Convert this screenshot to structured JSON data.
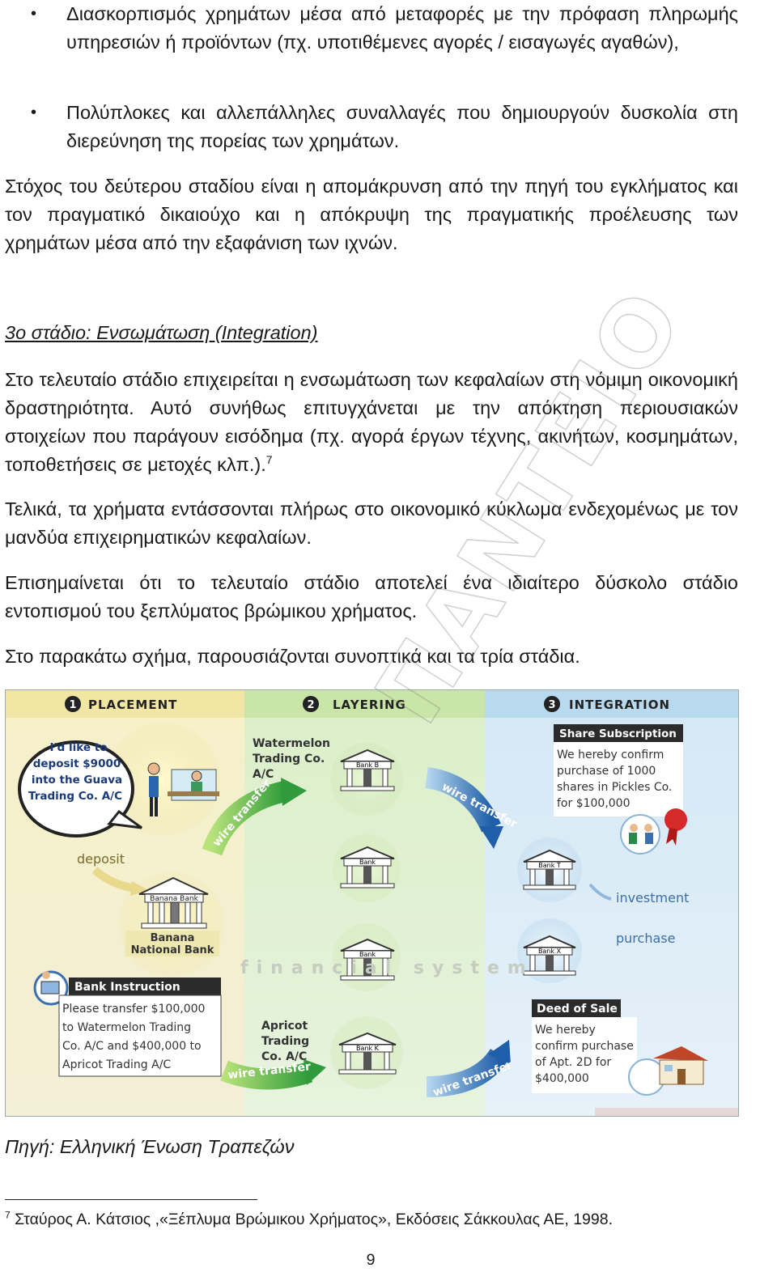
{
  "bullets": [
    {
      "text": "Διασκορπισμός χρημάτων μέσα από μεταφορές με την πρόφαση πληρωμής υπηρεσιών ή προϊόντων (πχ. υποτιθέμενες αγορές / εισαγωγές αγαθών),"
    },
    {
      "text": "Πολύπλοκες και αλλεπάλληλες συναλλαγές που δημιουργούν δυσκολία στη διερεύνηση της πορείας των χρημάτων."
    }
  ],
  "para_stage2": "Στόχος του δεύτερου σταδίου είναι η απομάκρυνση από την πηγή του εγκλήματος και τον πραγματικό δικαιούχο και η απόκρυψη της πραγματικής προέλευσης των χρημάτων μέσα από την εξαφάνιση των ιχνών.",
  "heading_stage3": "3ο στάδιο: Ενσωμάτωση (Integration)",
  "para_integration": "Στο τελευταίο στάδιο επιχειρείται η ενσωμάτωση των κεφαλαίων στη νόμιμη οικονομική δραστηριότητα. Αυτό συνήθως επιτυγχάνεται με την απόκτηση περιουσιακών στοιχείων που παράγουν εισόδημα (πχ. αγορά έργων τέχνης, ακινήτων, κοσμημάτων, τοποθετήσεις σε μετοχές κλπ.).",
  "footnote_ref": "7",
  "para_finally": "Τελικά, τα χρήματα εντάσσονται πλήρως στο οικονομικό κύκλωμα ενδεχομένως με τον μανδύα επιχειρηματικών κεφαλαίων.",
  "para_note": "Επισημαίνεται ότι το τελευταίο στάδιο αποτελεί ένα ιδιαίτερο δύσκολο στάδιο εντοπισμού του ξεπλύματος βρώμικου χρήματος.",
  "para_figure_intro": "Στο παρακάτω σχήμα, παρουσιάζονται συνοπτικά και τα τρία στάδια.",
  "figure": {
    "columns": [
      {
        "num": "1",
        "title": "PLACEMENT"
      },
      {
        "num": "2",
        "title": "LAYERING"
      },
      {
        "num": "3",
        "title": "INTEGRATION"
      }
    ],
    "speech_lines": [
      "I'd like to",
      "deposit $9000",
      "into the Guava",
      "Trading Co. A/C"
    ],
    "deposit_label": "deposit",
    "banana_bank_sign": "Banana Bank",
    "banana_bank_name": [
      "Banana",
      "National Bank"
    ],
    "bank_instruction_title": "Bank Instruction",
    "bank_instruction_lines": [
      "Please transfer $100,000",
      "to Watermelon Trading",
      "Co. A/C and $400,000 to",
      "Apricot Trading A/C"
    ],
    "watermelon_lines": [
      "Watermelon",
      "Trading Co.",
      "A/C"
    ],
    "apricot_lines": [
      "Apricot",
      "Trading",
      "Co. A/C"
    ],
    "bank_b": "Bank B",
    "bank_mid": "Bank",
    "bank_low": "Bank",
    "bank_k": "Bank K",
    "bank_t": "Bank T",
    "bank_x": "Bank X",
    "wire_transfer": "wire transfer",
    "financial_system": "financial system",
    "share_title": "Share Subscription",
    "share_lines": [
      "We hereby confirm",
      "purchase of 1000",
      "shares in Pickles Co.",
      "for $100,000"
    ],
    "investment_label": "investment",
    "purchase_label": "purchase",
    "deed_title": "Deed of Sale",
    "deed_lines": [
      "We hereby",
      "confirm purchase",
      "of Apt. 2D for",
      "$400,000"
    ]
  },
  "source": "Πηγή: Ελληνική Ένωση Τραπεζών",
  "footnote": {
    "num": "7",
    "text": "Σταύρος Α. Κάτσιος ,«Ξέπλυμα Βρώμικου Χρήματος», Εκδόσεις Σάκκουλας ΑΕ, 1998."
  },
  "page_number": "9",
  "watermark_text": "ΠΑΝΤΕΙΟ"
}
